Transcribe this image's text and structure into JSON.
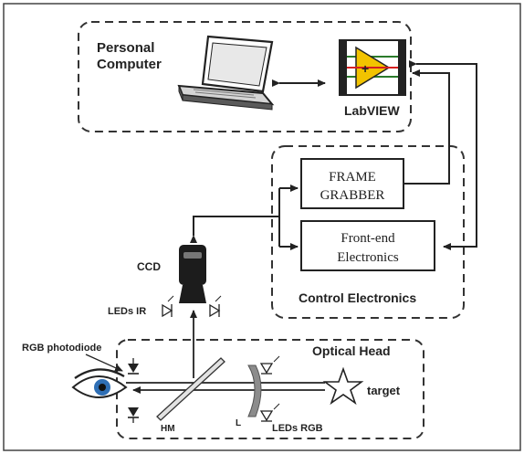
{
  "blocks": {
    "personal_computer": {
      "line1": "Personal",
      "line2": "Computer"
    },
    "labview": {
      "label": "LabVIEW"
    },
    "frame_grabber": {
      "line1": "FRAME",
      "line2": "GRABBER"
    },
    "front_end": {
      "line1": "Front-end",
      "line2": "Electronics"
    },
    "control_electronics": {
      "label": "Control Electronics"
    },
    "optical_head": {
      "label": "Optical Head"
    }
  },
  "components": {
    "ccd": "CCD",
    "leds_ir": "LEDs IR",
    "rgb_photodiode": "RGB photodiode",
    "mirror": "HM",
    "lens": "L",
    "leds_rgb": "LEDs RGB",
    "target": "target"
  },
  "colors": {
    "stroke": "#222222",
    "dash": "#333333",
    "labview_yellow": "#f2c300",
    "labview_red": "#d61f1f",
    "eye_blue": "#2f6fb5",
    "lens_gray": "#8c8c8c",
    "laptop_gray": "#5a5a5a"
  }
}
